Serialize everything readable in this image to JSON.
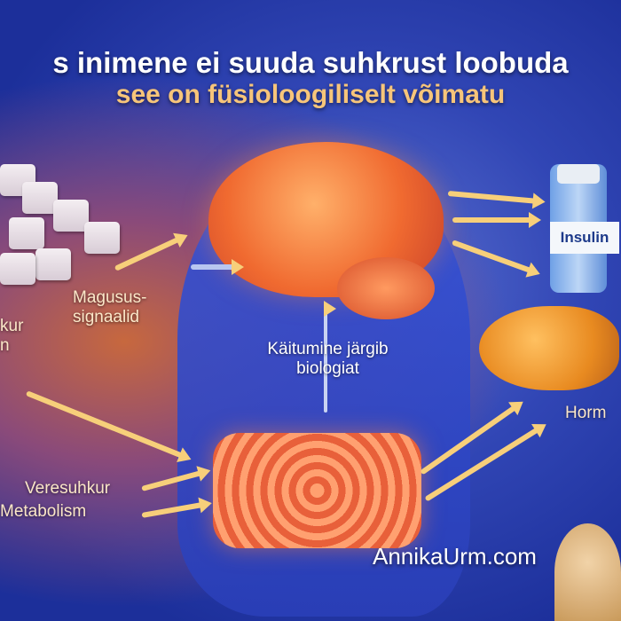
{
  "header": {
    "title": "s inimene ei suuda suhkrust loobuda",
    "subtitle": "see on füsioloogiliselt võimatu"
  },
  "labels": {
    "sweet_signals_1": "Magusus-",
    "sweet_signals_2": "signaalid",
    "left_cut_1": "kur",
    "left_cut_2": "n",
    "behavior_1": "Käitumine järgib",
    "behavior_2": "biologiat",
    "blood_sugar": "Veresuhkur",
    "metabolism": "Metabolism",
    "hormones": "Horm",
    "insulin": "Insulin"
  },
  "footer": {
    "website": "AnnikaUrm.com"
  },
  "colors": {
    "background": "#2a3fb8",
    "title": "#ffffff",
    "subtitle": "#f7c57a",
    "arrows": "#f7cf7a"
  }
}
